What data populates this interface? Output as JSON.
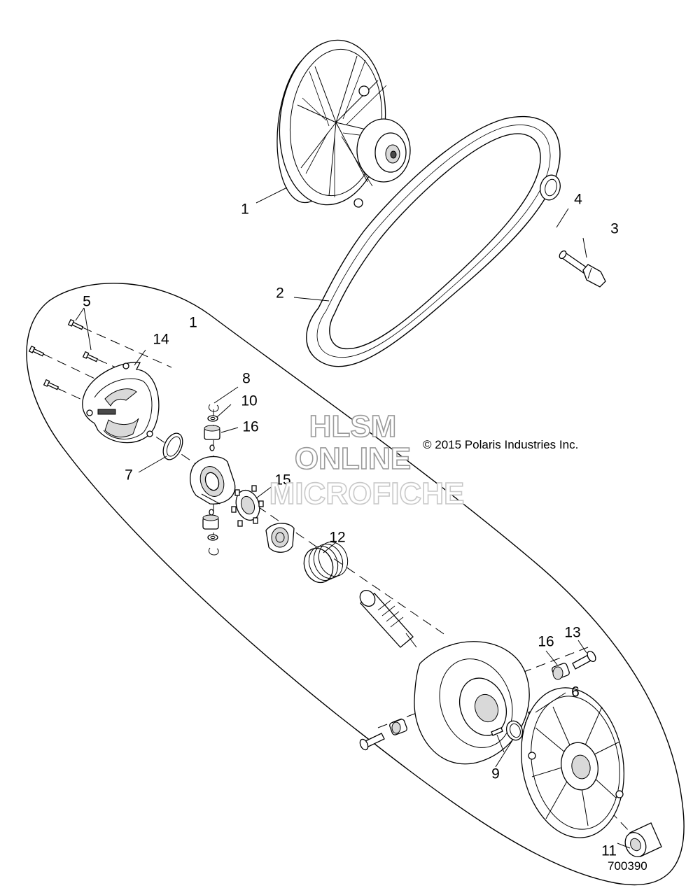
{
  "diagram": {
    "callouts": [
      {
        "id": "c1a",
        "label": "1"
      },
      {
        "id": "c2",
        "label": "2"
      },
      {
        "id": "c3",
        "label": "3"
      },
      {
        "id": "c4",
        "label": "4"
      },
      {
        "id": "c1b",
        "label": "1"
      },
      {
        "id": "c5",
        "label": "5"
      },
      {
        "id": "c14",
        "label": "14"
      },
      {
        "id": "c8",
        "label": "8"
      },
      {
        "id": "c10",
        "label": "10"
      },
      {
        "id": "c16a",
        "label": "16"
      },
      {
        "id": "c7",
        "label": "7"
      },
      {
        "id": "c15",
        "label": "15"
      },
      {
        "id": "c12",
        "label": "12"
      },
      {
        "id": "c16b",
        "label": "16"
      },
      {
        "id": "c13",
        "label": "13"
      },
      {
        "id": "c6",
        "label": "6"
      },
      {
        "id": "c9",
        "label": "9"
      },
      {
        "id": "c11",
        "label": "11"
      }
    ],
    "copyright": "© 2015 Polaris Industries Inc.",
    "drawing_number": "700390",
    "watermark": {
      "line1": "HLSM",
      "line2": "ONLINE",
      "line3": "MICROFICHE"
    }
  }
}
